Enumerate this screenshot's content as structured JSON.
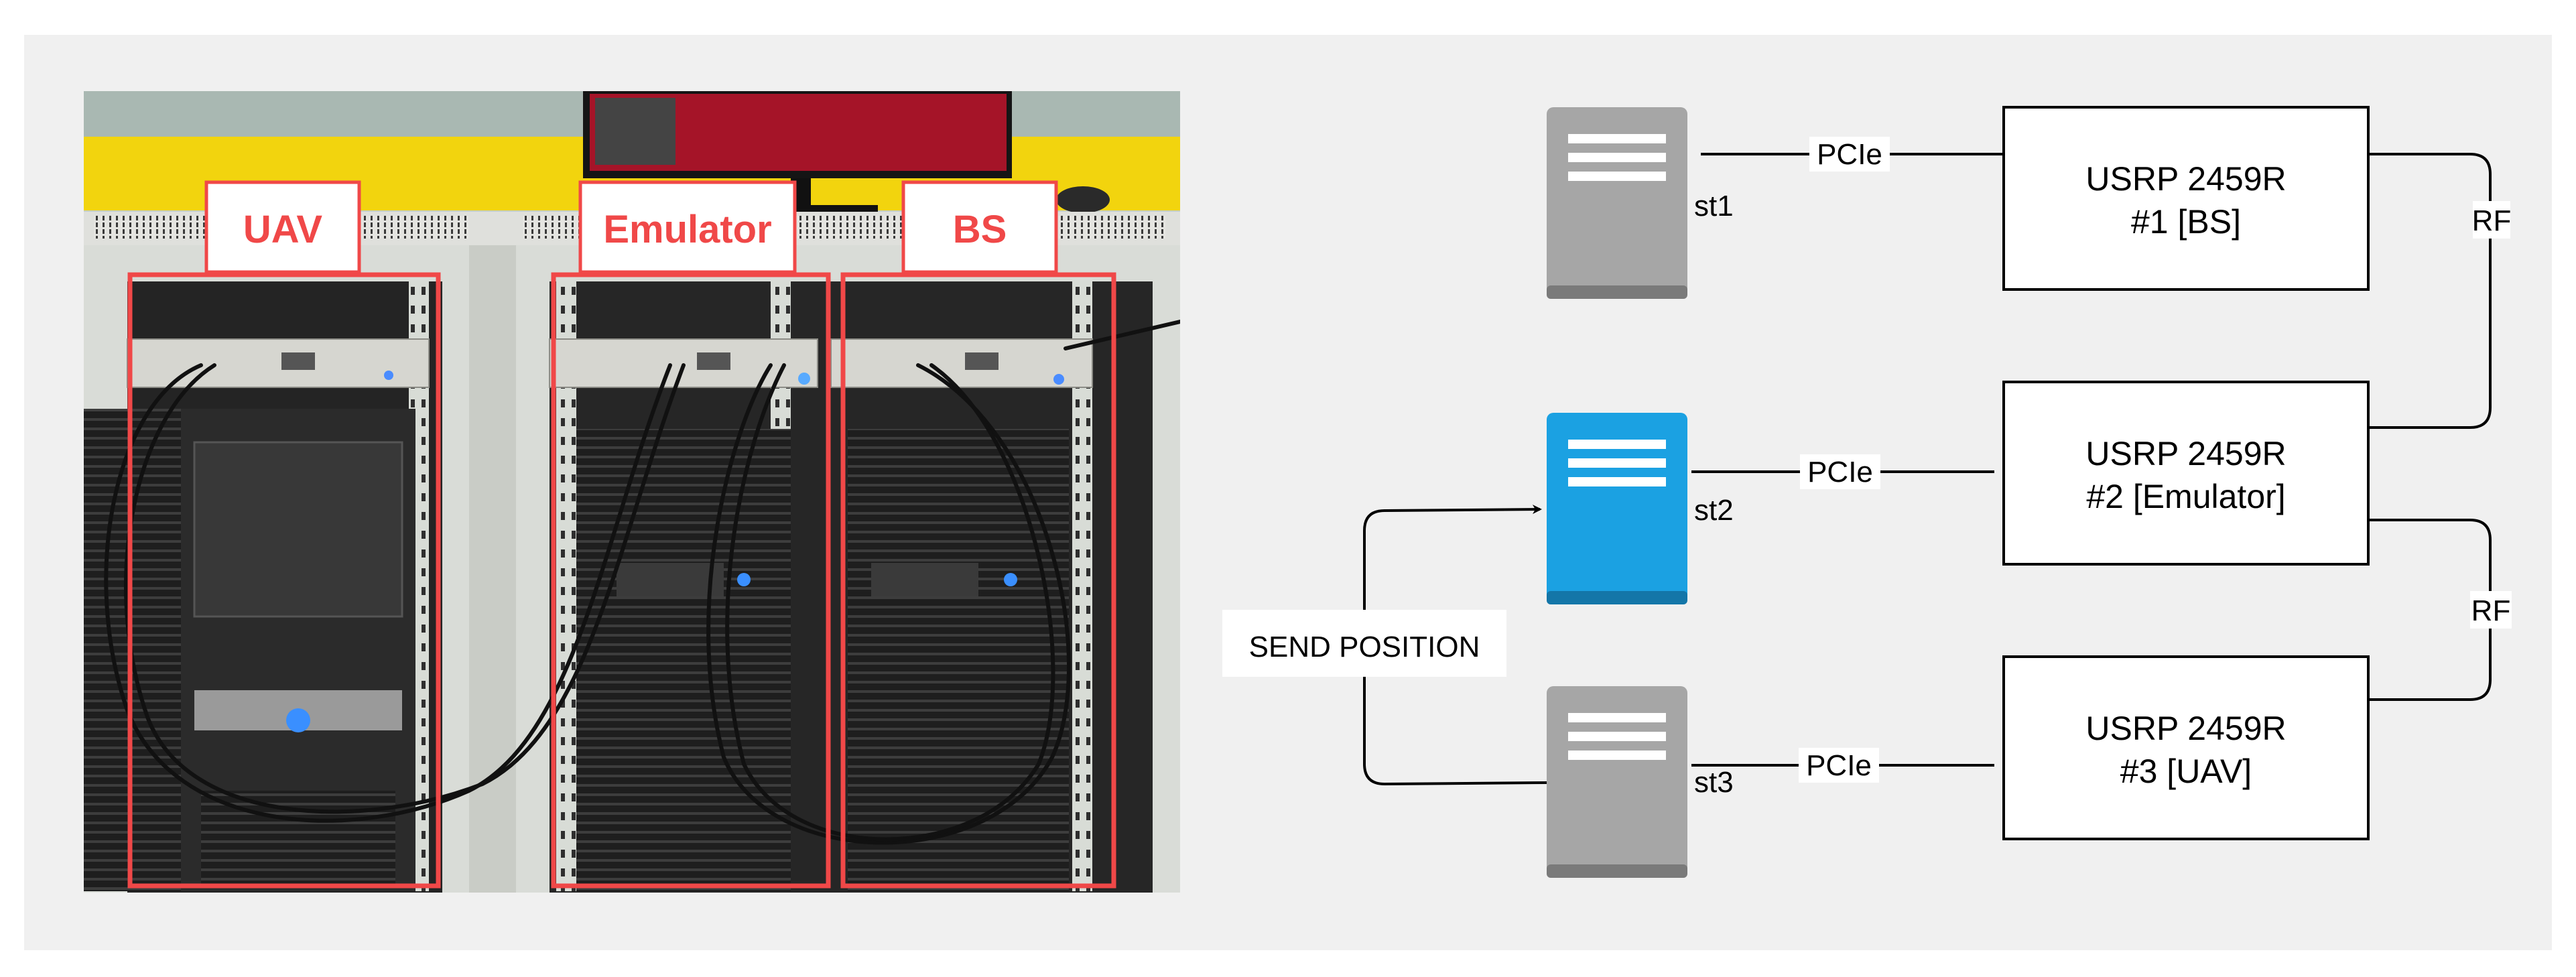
{
  "photo": {
    "labels": [
      {
        "text": "UAV"
      },
      {
        "text": "Emulator"
      },
      {
        "text": "BS"
      }
    ]
  },
  "diagram": {
    "stations": [
      {
        "label": "st1",
        "fill": "#a6a6a6",
        "active": false
      },
      {
        "label": "st2",
        "fill": "#1ba1e2",
        "active": true
      },
      {
        "label": "st3",
        "fill": "#a6a6a6",
        "active": false
      }
    ],
    "usrp": [
      {
        "line1": "USRP 2459R",
        "line2": "#1 [BS]"
      },
      {
        "line1": "USRP 2459R",
        "line2": "#2 [Emulator]"
      },
      {
        "line1": "USRP 2459R",
        "line2": "#3 [UAV]"
      }
    ],
    "pcie_label": "PCIe",
    "rf_label": "RF",
    "send_position_label": "SEND POSITION"
  },
  "colors": {
    "panel_bg": "#f0f0f0",
    "highlight_red": "#f04848",
    "server_gray": "#a6a6a6",
    "server_blue": "#1ba1e2"
  }
}
